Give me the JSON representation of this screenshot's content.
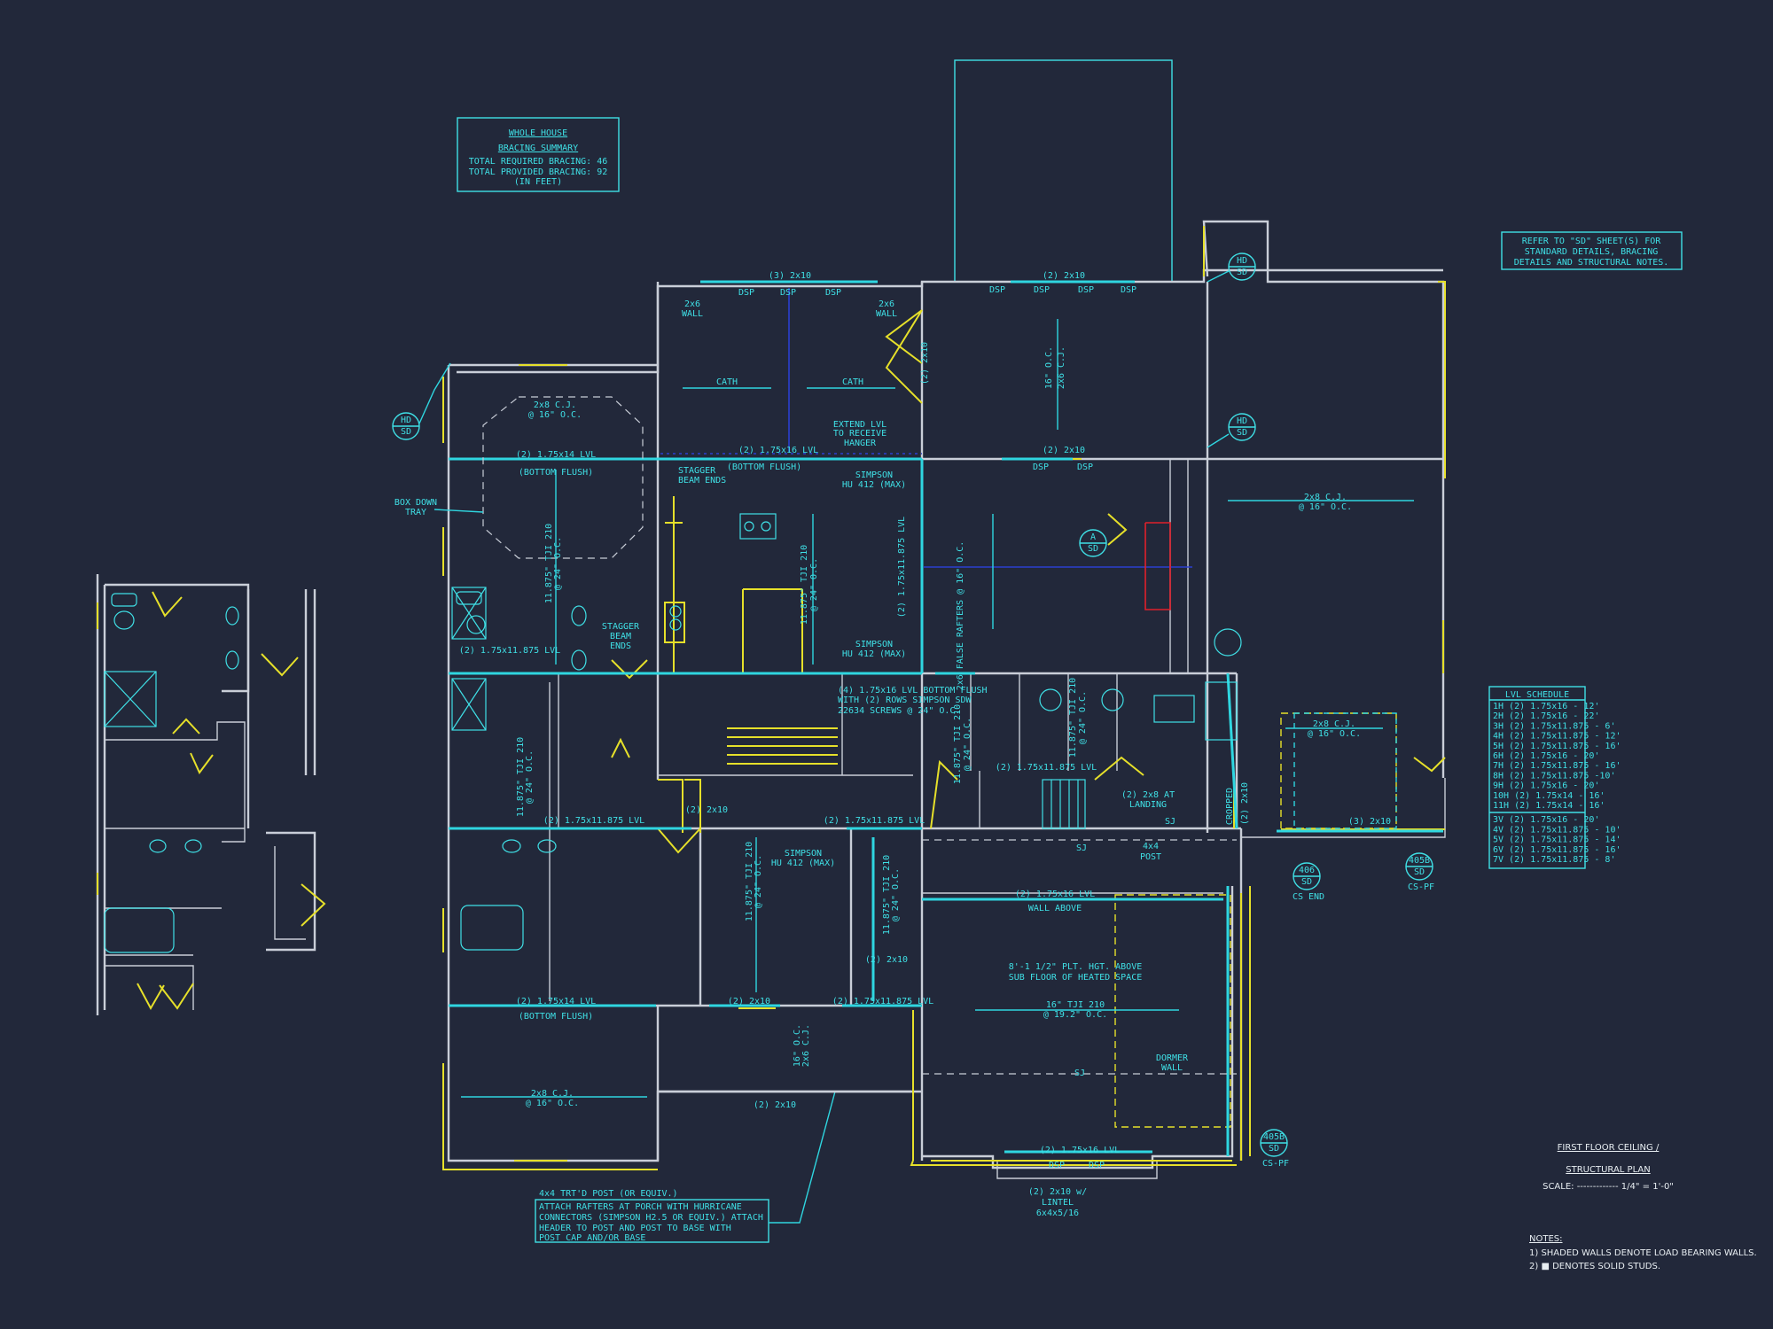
{
  "bracing_summary": {
    "title_line1": "WHOLE HOUSE",
    "title_line2": "BRACING SUMMARY",
    "required": "TOTAL REQUIRED BRACING: 46",
    "provided": "TOTAL PROVIDED BRACING: 92",
    "units": "(IN FEET)"
  },
  "refer_note": {
    "line1": "REFER TO \"SD\" SHEET(S) FOR",
    "line2": "STANDARD DETAILS, BRACING",
    "line3": "DETAILS AND STRUCTURAL NOTES."
  },
  "lvl_schedule": {
    "title": "LVL SCHEDULE",
    "rows": [
      "1H (2) 1.75x16 - 12'",
      "2H (2) 1.75x16 - 22'",
      "3H (2) 1.75x11.875 - 6'",
      "4H (2) 1.75x11.875 - 12'",
      "5H (2) 1.75x11.875 - 16'",
      "6H (2) 1.75x16 - 20'",
      "7H (2) 1.75x11.875 - 16'",
      "8H (2) 1.75x11.875 -10'",
      "9H (2) 1.75x16 - 20'",
      "10H (2) 1.75x14 - 16'",
      "11H (2) 1.75x14 - 16'",
      "3V (2) 1.75x16 - 20'",
      "4V (2) 1.75x11.875 - 10'",
      "5V (2) 1.75x11.875 - 14'",
      "6V (2) 1.75x11.875 - 16'",
      "7V (2) 1.75x11.875 - 8'"
    ]
  },
  "title_block": {
    "line1": "FIRST FLOOR CEILING /",
    "line2": "STRUCTURAL PLAN",
    "scale": "SCALE: ------------- 1/4\" = 1'-0\""
  },
  "notes": {
    "heading": "NOTES:",
    "note1": "1) SHADED WALLS DENOTE LOAD BEARING WALLS.",
    "note2": "2) ■ DENOTES SOLID STUDS."
  },
  "porch_note": {
    "line1": "4x4 TRT'D POST (OR EQUIV.)",
    "line2": "ATTACH RAFTERS AT PORCH WITH HURRICANE",
    "line3": "CONNECTORS (SIMPSON H2.5 OR EQUIV.) ATTACH",
    "line4": "HEADER TO POST AND POST TO BASE WITH",
    "line5": "POST CAP AND/OR BASE"
  },
  "labels": {
    "box_down_1": "BOX DOWN",
    "box_down_2": "TRAY",
    "hd": "HD",
    "sd": "SD",
    "two_by_ten_top": "(3) 2x10",
    "two_by_ten_top2": "(2) 2x10",
    "dsp": "DSP",
    "wall_2x6_a": "2x6",
    "wall_2x6_b": "WALL",
    "cath": "CATH",
    "cj_2x8": "2x8 C.J.",
    "cj_16oc": "@ 16\" O.C.",
    "lvl_1": "(2) 1.75x14 LVL",
    "bottom_flush": "(BOTTOM FLUSH)",
    "lvl_2": "(2) 1.75x16 LVL",
    "stagger_1": "STAGGER",
    "stagger_2": "BEAM ENDS",
    "extend_1": "EXTEND LVL",
    "extend_2": "TO RECEIVE",
    "extend_3": "HANGER",
    "simpson_1": "SIMPSON",
    "simpson_2": "HU 412 (MAX)",
    "two_by_ten_vert": "(2) 2x10",
    "oc_16_v": "16\" O.C.",
    "cj_2x6_v": "2x6 C.J.",
    "false_raft": "2x6 FALSE RAFTERS @ 16\" O.C.",
    "tji_1": "11.875\" TJI 210",
    "oc_24": "@ 24\" O.C.",
    "lvl_3": "(2) 1.75x11.875 LVL",
    "lvl_4a": "(4) 1.75x16 LVL BOTTOM FLUSH",
    "lvl_4b": "WITH (2) ROWS SIMPSON SDW",
    "lvl_4c": "22634 SCREWS @ 24\" O.C.",
    "stagger_ends_1": "STAGGER",
    "stagger_ends_2": "BEAM",
    "stagger_ends_3": "ENDS",
    "landing_1": "(2) 2x8 AT",
    "landing_2": "LANDING",
    "post": "4x4",
    "post2": "POST",
    "sj": "SJ",
    "lvl_5": "(2) 1.75x11.875 LVL",
    "two_by_ten_a": "(2) 2x10",
    "three_2x10": "(3) 2x10",
    "wall_above": "WALL ABOVE",
    "plt_1": "8'-1 1/2\" PLT. HGT. ABOVE",
    "plt_2": "SUB FLOOR OF HEATED SPACE",
    "tji_16": "16\" TJI 210",
    "oc_192": "@ 19.2\" O.C.",
    "dormer_1": "DORMER",
    "dormer_2": "WALL",
    "lvl_6": "(2) 1.75x16 LVL",
    "lvl_7": "(2) 1.75x11.875 LVL",
    "lvl_8": "(2) 1.75x14 LVL",
    "lintel_1": "(2) 2x10 w/",
    "lintel_2": "LINTEL",
    "lintel_3": "6x4x5/16",
    "cs_end": "CS END",
    "cs_pf": "CS-PF",
    "d_406": "406",
    "d_405b": "405B",
    "a": "A",
    "cropped": "CROPPED",
    "two_by_ten_b": "(2) 2x10"
  },
  "colors": {
    "background": "#22283a",
    "cyan": "#3fe0e6",
    "yellow": "#e6e02a",
    "wall": "#c9ced8",
    "red": "#e0202a",
    "blue": "#2b3fd0"
  }
}
